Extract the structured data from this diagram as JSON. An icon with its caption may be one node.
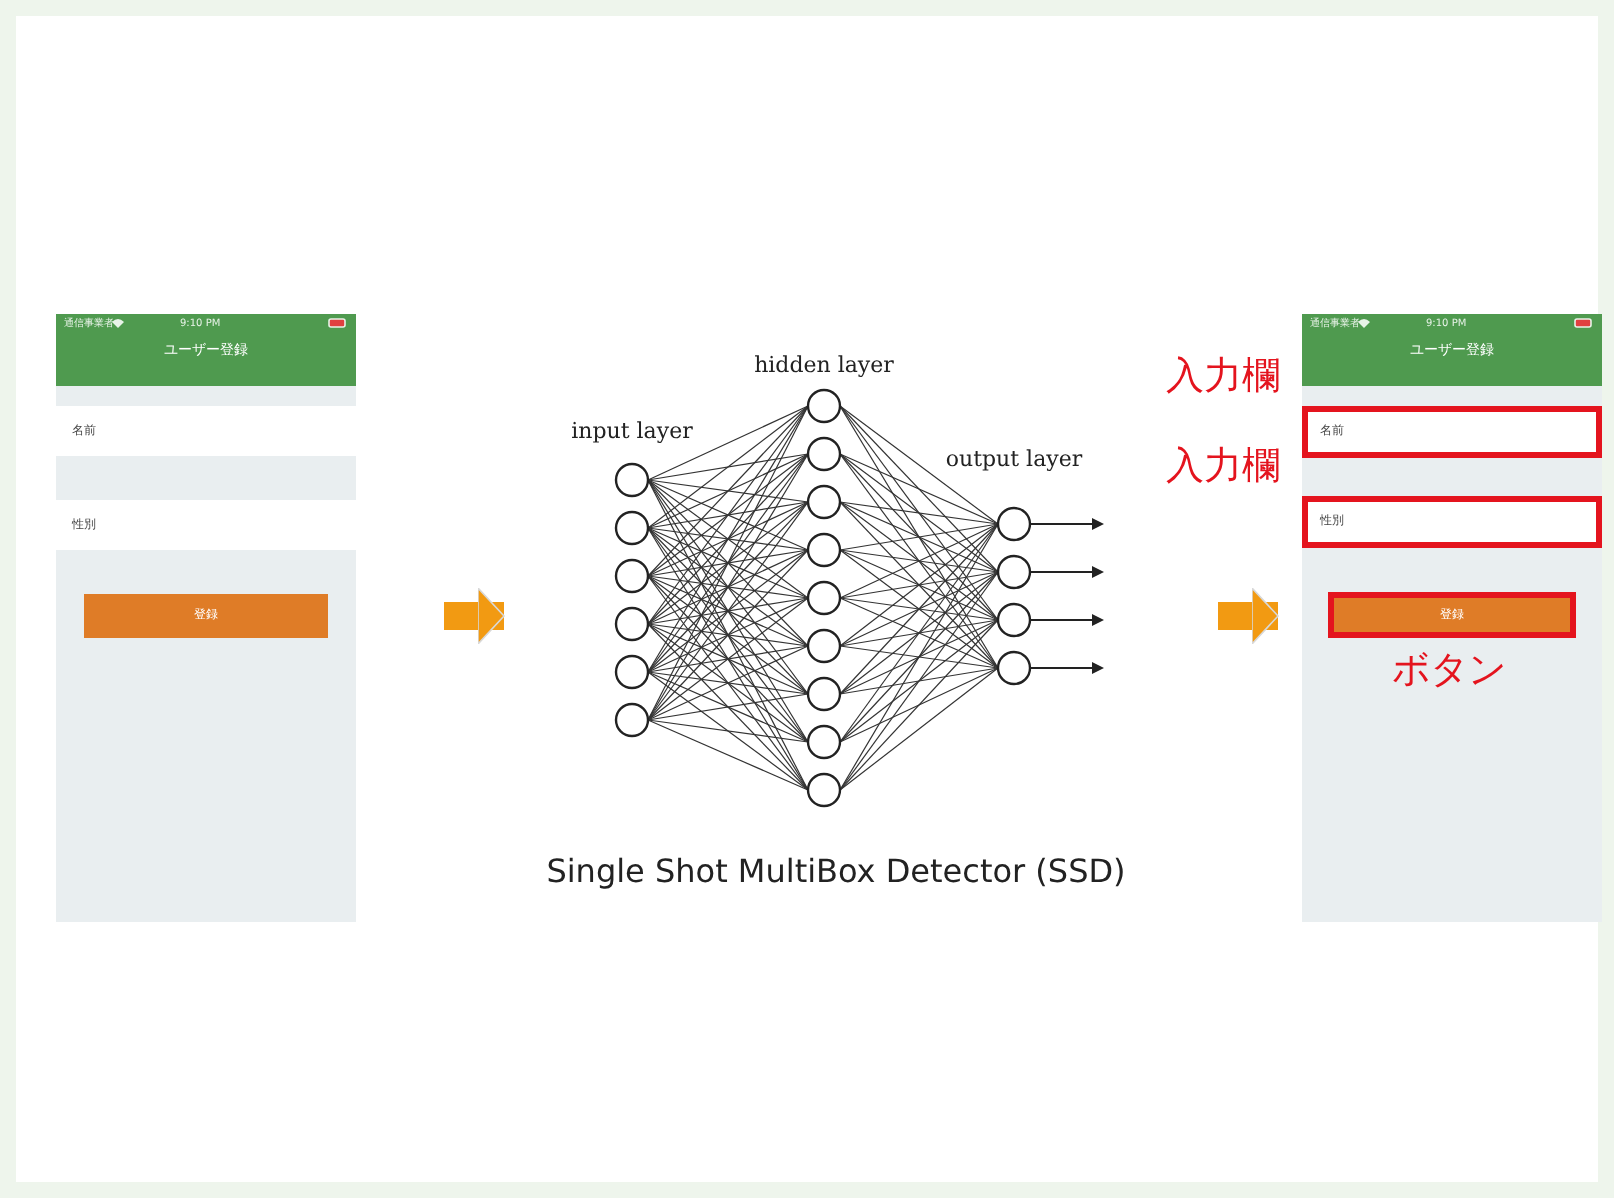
{
  "diagram": {
    "caption": "Single Shot MultiBox Detector (SSD)",
    "nodes": [
      {
        "text": [
          "ユーザー登録"
        ]
      },
      {
        "text": [
          "名前"
        ],
        "in": 0
      },
      {
        "text": [
          "性別"
        ],
        "in": 0
      },
      {
        "text": [
          "登録"
        ],
        "in": 0
      },
      {
        "text": [
          "hidden layer",
          "input layer",
          "output layer"
        ]
      },
      {
        "text": [
          "ユーザー登録"
        ]
      },
      {
        "text": [
          "名前"
        ],
        "in": 5,
        "beside": [
          "入力欄"
        ]
      },
      {
        "text": [
          "性別"
        ],
        "in": 5,
        "beside": [
          "入力欄"
        ]
      },
      {
        "text": [
          "登録"
        ],
        "in": 5,
        "beside": [
          "ボタン"
        ]
      }
    ],
    "edges": [
      {
        "from": 0,
        "to": 4,
        "arrow": "to"
      },
      {
        "from": 4,
        "to": 5,
        "arrow": "to"
      }
    ],
    "labels": [
      "通信事業者",
      "9:10 PM",
      "通信事業者",
      "9:10 PM"
    ]
  }
}
